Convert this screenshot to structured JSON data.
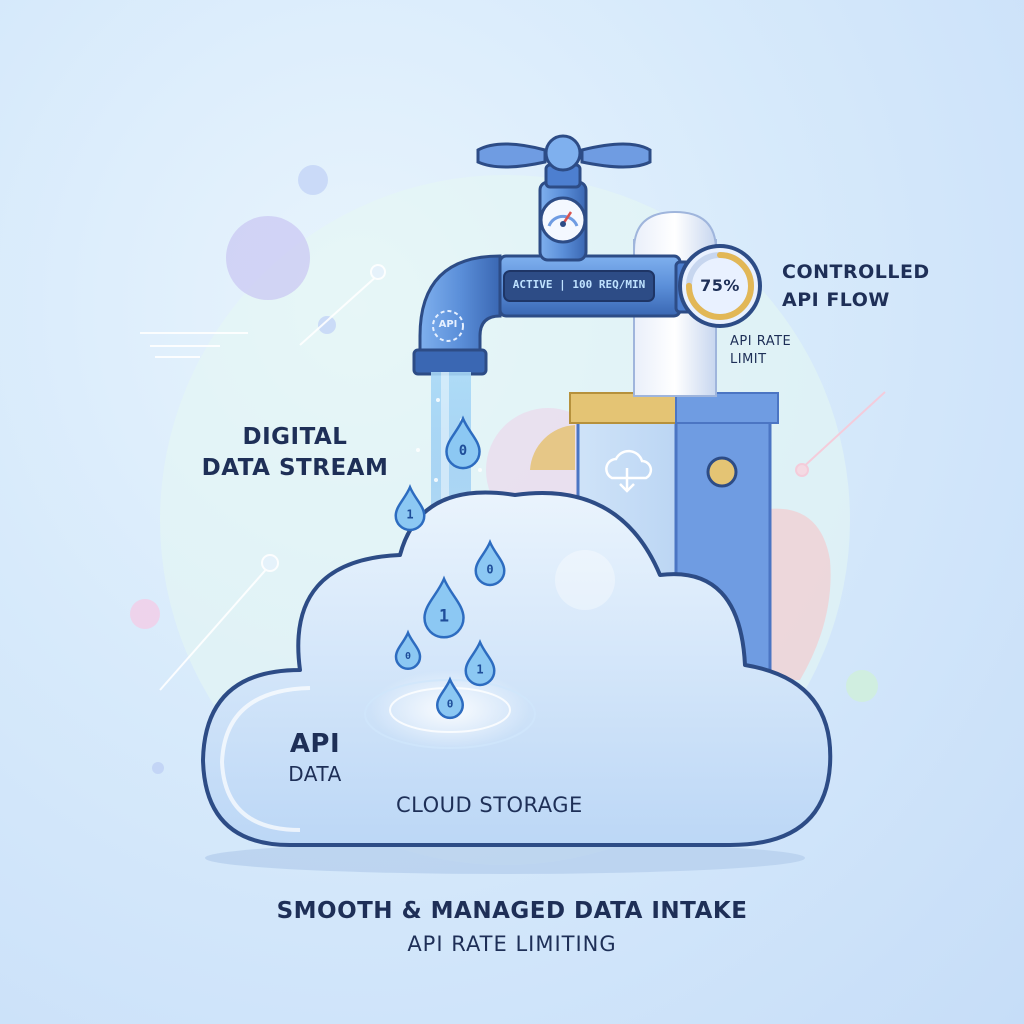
{
  "labels": {
    "digital_data_stream": [
      "DIGITAL",
      "DATA STREAM"
    ],
    "controlled_flow": [
      "CONTROLLED",
      "API FLOW"
    ],
    "rate_limit_small": [
      "API RATE",
      "LIMIT"
    ],
    "api_data": [
      "API",
      "DATA"
    ],
    "cloud_storage": "CLOUD STORAGE",
    "footer_title": "SMOOTH & MANAGED DATA INTAKE",
    "footer_subtitle": "API RATE LIMITING"
  },
  "faucet": {
    "display": "ACTIVE | 100 REQ/MIN",
    "api_badge": "API"
  },
  "valve": {
    "percent_text": "75%",
    "percent_value": 75
  },
  "droplet_glyphs": [
    "0",
    "1",
    "0",
    "1",
    "0",
    "1",
    "0"
  ],
  "colors": {
    "navy_text": "#1e2f57",
    "pipe_blue": "#5b8fd9",
    "pipe_dark": "#3a67b3",
    "gold": "#d9b45a",
    "cloud_fill": "#d6e8fa",
    "water": "#8cc8f3"
  }
}
